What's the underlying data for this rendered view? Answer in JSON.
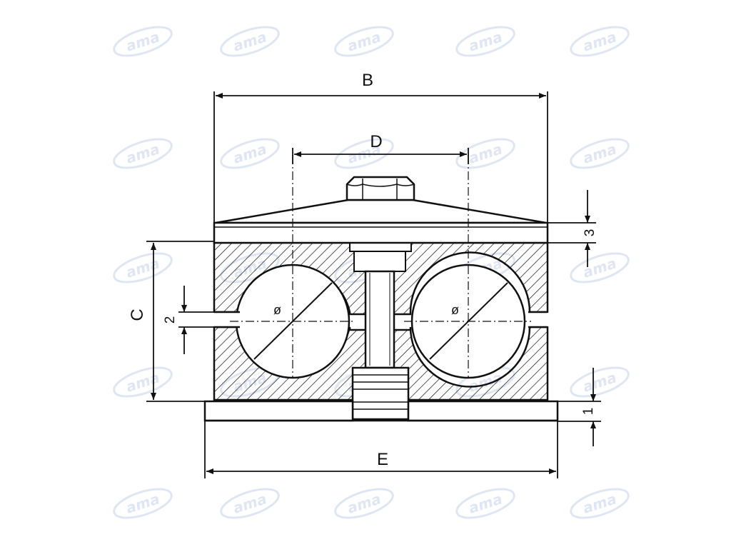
{
  "watermark": {
    "text": "ama",
    "color": "#dfe6f2"
  },
  "dimensions": {
    "B": "B",
    "D": "D",
    "C": "C",
    "E": "E",
    "gap": "2",
    "top_plate": "3",
    "bottom_plate": "1"
  },
  "holes": {
    "left_symbol": "ø",
    "right_symbol": "ø"
  },
  "colors": {
    "line": "#111111",
    "hatch": "#111111",
    "background": "#ffffff"
  }
}
